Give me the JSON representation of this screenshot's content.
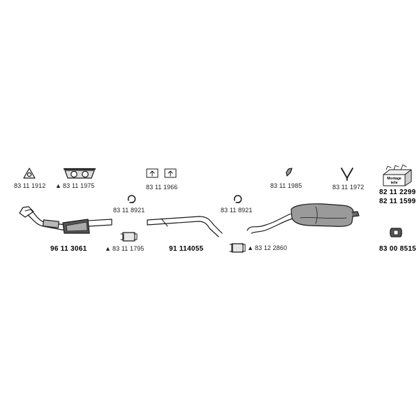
{
  "parts": {
    "gasket_left": "83 11 1912",
    "gasket_pair": "83 11 1975",
    "brackets": "83 11 1966",
    "clamp_1": "83 11 8921",
    "clamp_2": "83 11 8921",
    "hanger_1": "83 11 1985",
    "hanger_2": "83 11 1972",
    "mounting_kit_1": "82 11 2299",
    "mounting_kit_2": "82 11 1599",
    "front_pipe_catalyst": "96 11 3061",
    "connector_1": "83 11 1795",
    "middle_pipe": "91 114055",
    "connector_2": "83 12 2860",
    "rubber_mount": "83 00 8515"
  },
  "kit_box_text": [
    "Montage",
    "teile"
  ],
  "warning_symbol": "▲",
  "colors": {
    "line": "#1a1a1a",
    "fill_light": "#e6e6e6",
    "fill_mid": "#b8b8b8",
    "fill_dark": "#555555"
  }
}
